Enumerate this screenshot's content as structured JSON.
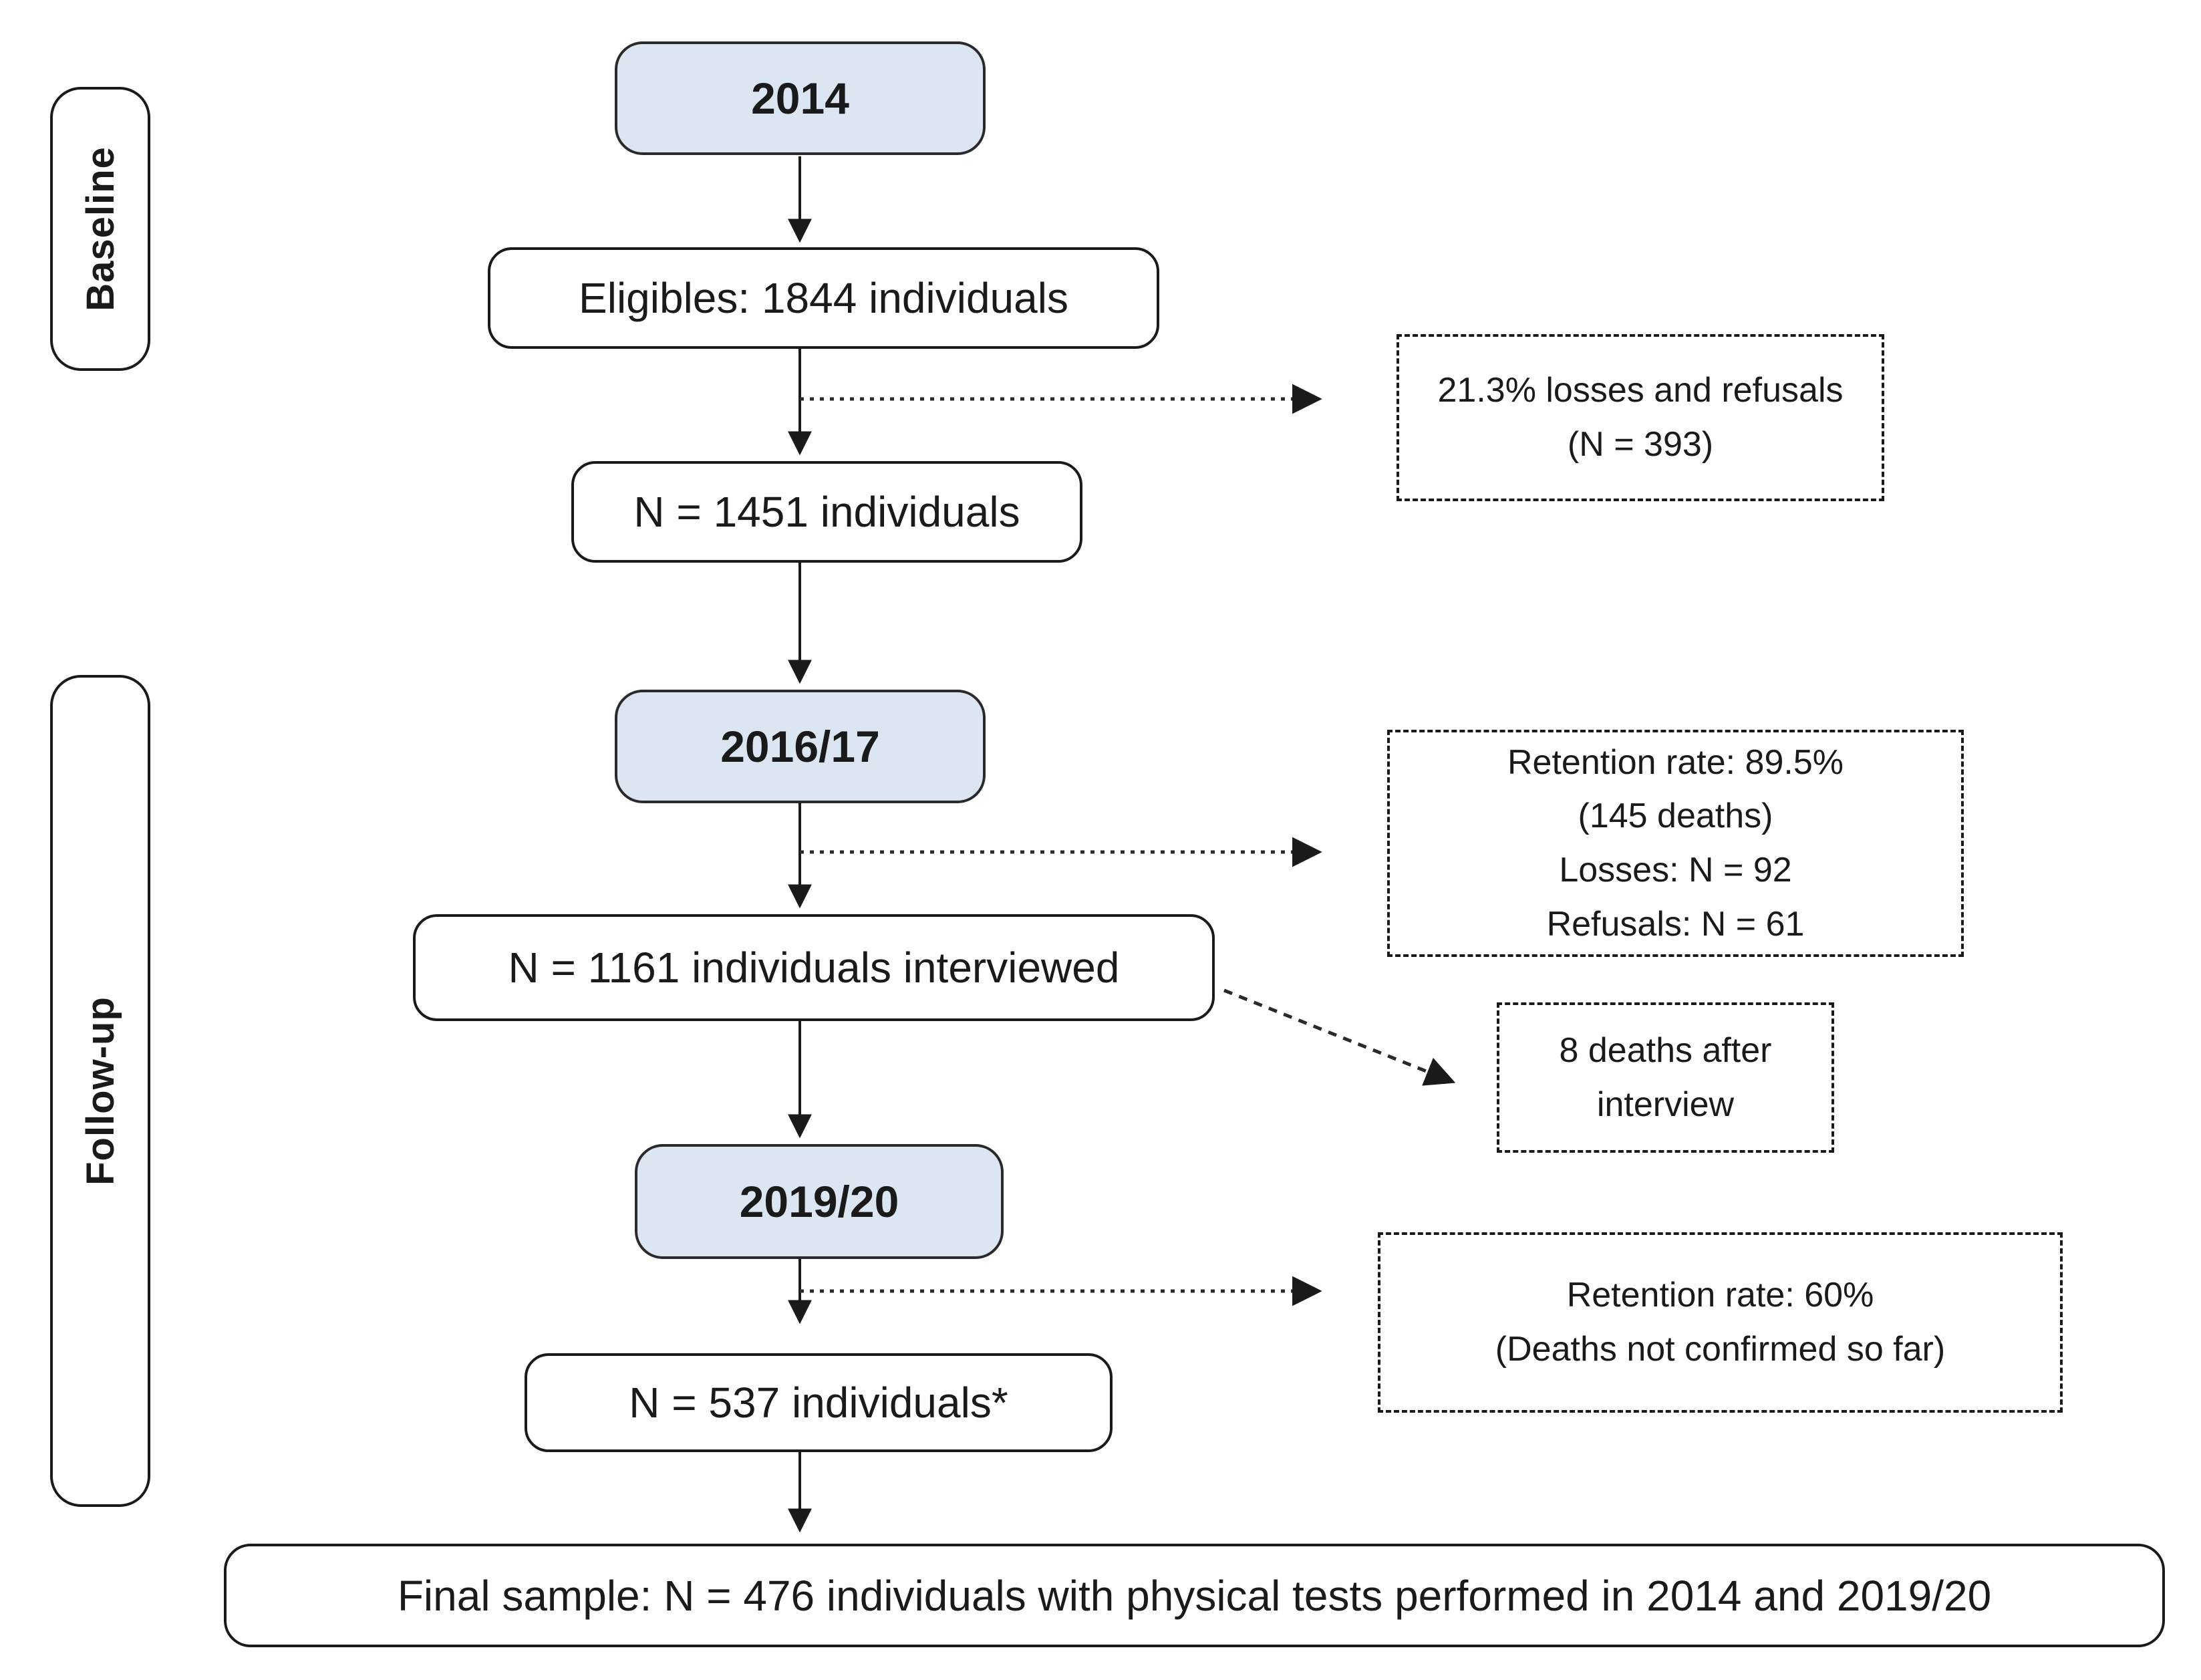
{
  "figure": {
    "phases": {
      "baseline": "Baseline",
      "followup": "Follow-up"
    },
    "waves": {
      "w2014": "2014",
      "w2016_17": "2016/17",
      "w2019_20": "2019/20"
    },
    "samples": {
      "eligibles": "Eligibles: 1844 individuals",
      "n1451": "N = 1451 individuals",
      "n1161": "N = 1161 individuals interviewed",
      "n537": "N = 537 individuals*",
      "final": "Final sample: N = 476 individuals with physical tests performed in 2014 and 2019/20"
    },
    "notes": {
      "losses_baseline": {
        "line1": "21.3% losses and refusals",
        "line2": "(N = 393)"
      },
      "retention_2016_17": {
        "line1": "Retention rate: 89.5%",
        "line2": "(145 deaths)",
        "line3": "Losses: N = 92",
        "line4": "Refusals: N = 61"
      },
      "deaths_after_interview": {
        "line1": "8 deaths after",
        "line2": "interview"
      },
      "retention_2019_20": {
        "line1": "Retention rate: 60%",
        "line2": "(Deaths not confirmed so far)"
      }
    },
    "colors": {
      "wave_fill": "#dce6f2",
      "line": "#1a1a1a",
      "background": "#ffffff"
    }
  }
}
